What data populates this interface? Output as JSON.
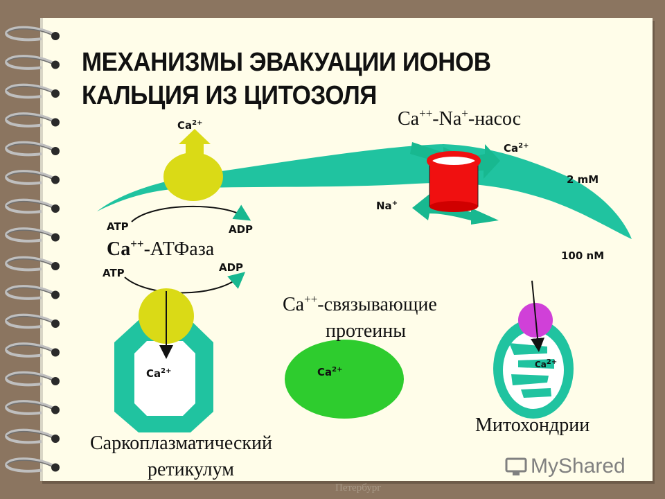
{
  "title": "МЕХАНИЗМЫ ЭВАКУАЦИИ ИОНОВ КАЛЬЦИЯ ИЗ ЦИТОЗОЛЯ",
  "pump": {
    "name_ca": "Ca",
    "sup_ca": "++",
    "dash1": "-Na",
    "sup_na": "+",
    "suffix": "-насос"
  },
  "atpase": {
    "ca": "Ca",
    "sup": "++",
    "suffix": "-АТФаза"
  },
  "binding": {
    "ca": "Ca",
    "sup": "++",
    "suffix": "-связывающие",
    "line2": "протеины"
  },
  "reticulum": {
    "line1": "Саркоплазматический",
    "line2": "ретикулум"
  },
  "mito_label": "Митохондрии",
  "ions": {
    "ca": "Ca",
    "ca_charge": "2+",
    "na": "Na",
    "na_charge": "+"
  },
  "atp": "ATP",
  "adp": "ADP",
  "conc_high": "2 mM",
  "conc_low": "100 nM",
  "watermark": "MyShared",
  "footer": "Петербург",
  "colors": {
    "teal": "#20c3a0",
    "yellow": "#dada16",
    "red": "#f01010",
    "green": "#2ecc2e",
    "magenta": "#d040d8",
    "background": "#8b7560",
    "paper": "#fffde9"
  }
}
